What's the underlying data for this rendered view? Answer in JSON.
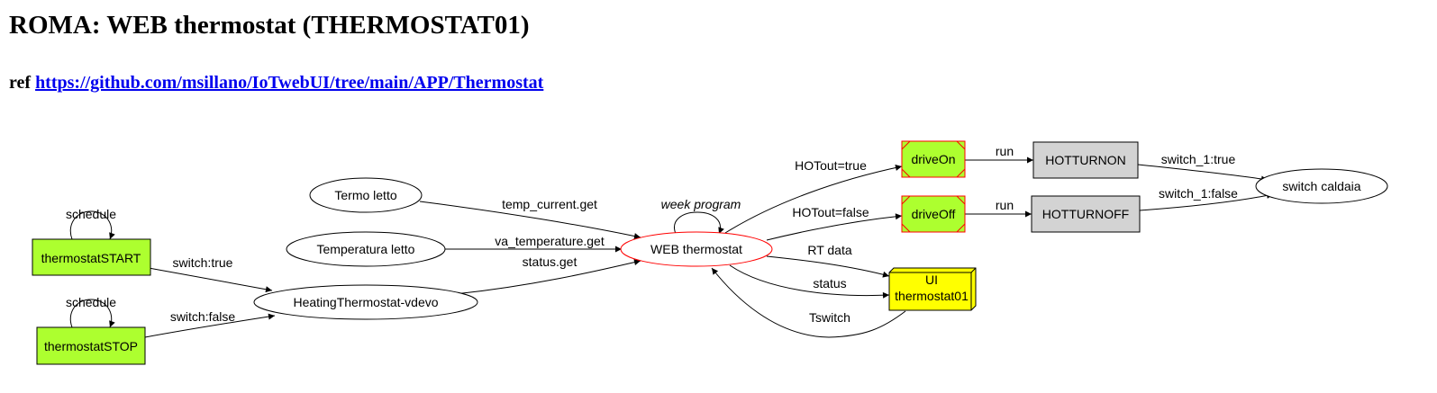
{
  "header": {
    "title": "ROMA: WEB thermostat (THERMOSTAT01)",
    "ref_label": "ref",
    "ref_link": "https://github.com/msillano/IoTwebUI/tree/main/APP/Thermostat"
  },
  "colors": {
    "green_fill": "#adff2f",
    "red_border": "#ff0000",
    "gray_fill": "#d3d3d3",
    "yellow_fill": "#ffff00",
    "link": "#0000ee"
  },
  "nodes": {
    "termo_letto": "Termo letto",
    "temperatura_letto": "Temperatura letto",
    "thermostat_start": "thermostatSTART",
    "thermostat_stop": "thermostatSTOP",
    "heating_thermostat": "HeatingThermostat-vdevo",
    "web_thermostat": "WEB thermostat",
    "drive_on": "driveOn",
    "drive_off": "driveOff",
    "hotturnon": "HOTTURNON",
    "hotturnoff": "HOTTURNOFF",
    "switch_caldaia": "switch caldaia",
    "ui_thermostat_line1": "UI",
    "ui_thermostat_line2": "thermostat01"
  },
  "edges": {
    "schedule_start": "schedule",
    "schedule_stop": "schedule",
    "switch_true": "switch:true",
    "switch_false": "switch:false",
    "temp_current_get": "temp_current.get",
    "va_temperature_get": "va_temperature.get",
    "status_get": "status.get",
    "week_program": "week program",
    "hotout_true": "HOTout=true",
    "hotout_false": "HOTout=false",
    "run_on": "run",
    "run_off": "run",
    "switch_1_true": "switch_1:true",
    "switch_1_false": "switch_1:false",
    "rt_data": "RT data",
    "status": "status",
    "tswitch": "Tswitch"
  }
}
